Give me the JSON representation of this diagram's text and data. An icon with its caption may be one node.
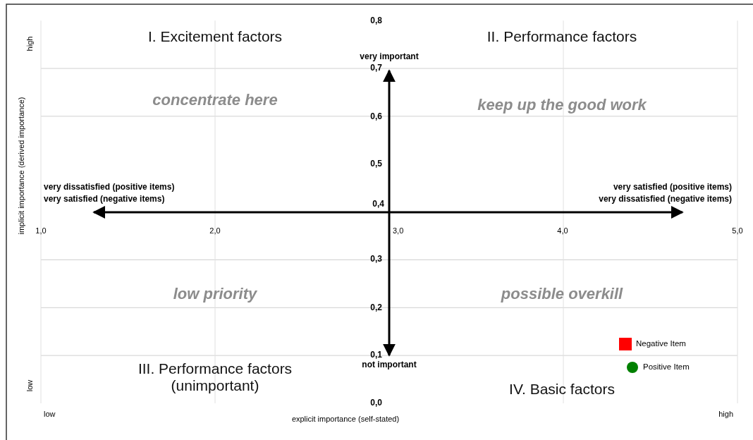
{
  "diagram": {
    "labels": [
      "0,8",
      "high",
      "I. Excitement factors",
      "II. Performance factors",
      "very important",
      "0,7",
      "concentrate here",
      "keep up the good work",
      "0,6",
      "implicit importance (derived importance)",
      "0,5",
      "very dissatisfied (positive items)",
      "very satisfied (positive items)",
      "very satisfied (negative items)",
      "very dissatisfied (negative items)",
      "0,4",
      "1,0",
      "2,0",
      "3,0",
      "4,0",
      "5,0",
      "0,3",
      "low priority",
      "possible overkill",
      "0,2",
      "0,1",
      "not important",
      "III. Performance factors (unimportant)",
      "low",
      "IV. Basic factors",
      "0,0",
      "low",
      "explicit importance (self-stated)",
      "high"
    ],
    "legend": [
      {
        "text": "Negative Item",
        "color": "#ff0000"
      },
      {
        "text": "Positive Item",
        "color": "#008000"
      }
    ]
  }
}
